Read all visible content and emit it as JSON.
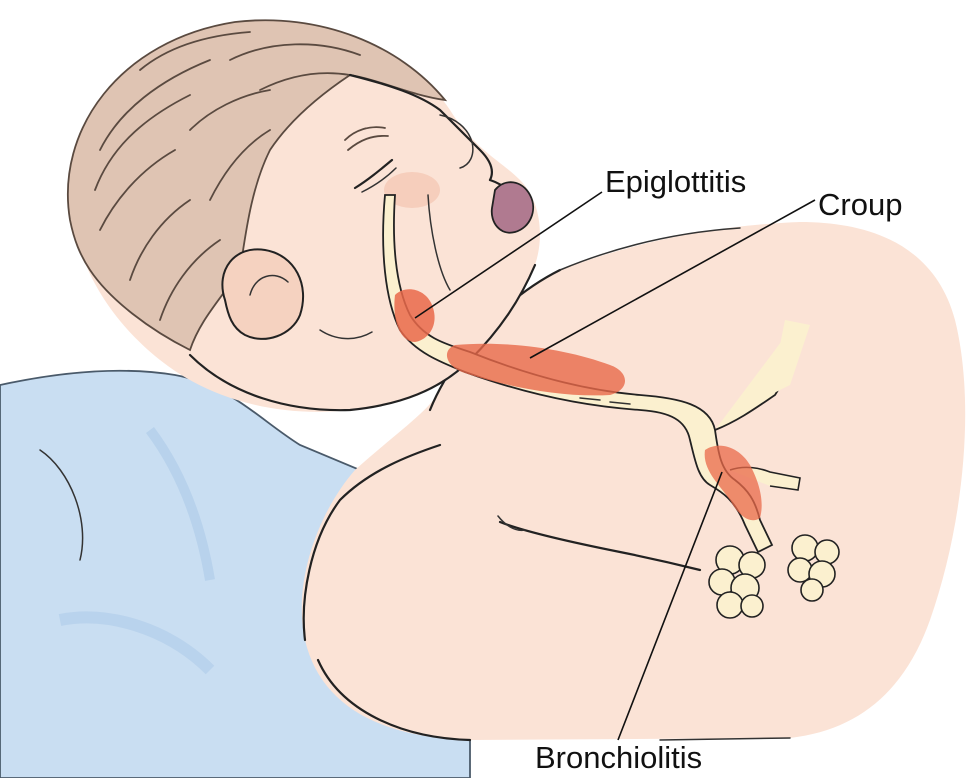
{
  "labels": {
    "epiglottitis": "Epiglottitis",
    "croup": "Croup",
    "bronchiolitis": "Bronchiolitis"
  },
  "colors": {
    "skin": "#fbe3d6",
    "skin_shadow": "#f3cdbb",
    "hair": "#dfc4b3",
    "blanket": "#c9def2",
    "blanket_shadow": "#a9c8e8",
    "airway": "#fbf0cf",
    "inflammation": "#e9694a",
    "mouth": "#b07a90"
  }
}
